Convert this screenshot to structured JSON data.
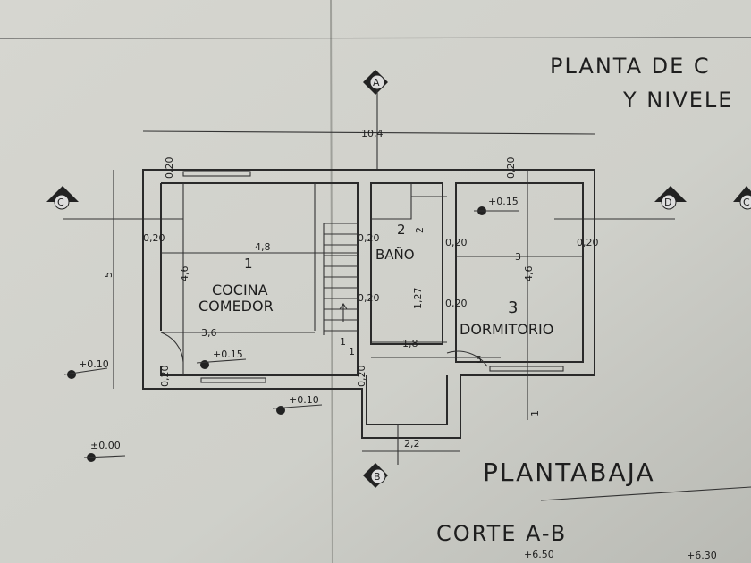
{
  "title": {
    "line1": "PLANTA DE C",
    "line2": "Y NIVELE"
  },
  "plan_title": "PLANTABAJA",
  "section_title": "CORTE A-B",
  "section_markers": {
    "a": "A",
    "b": "B",
    "c_left": "C",
    "c_right": "C",
    "d": "D"
  },
  "rooms": [
    {
      "number": "1",
      "name_line1": "COCINA",
      "name_line2": "COMEDOR"
    },
    {
      "number": "2",
      "name_line1": "BAÑO"
    },
    {
      "number": "3",
      "name_line1": "DORMITORIO"
    }
  ],
  "dimensions": {
    "total_width": "10,4",
    "total_height": "5",
    "kitchen_width": "4,8",
    "kitchen_height": "4,6",
    "kitchen_lower": "3,6",
    "bath_height": "1,27",
    "hall_width": "1,8",
    "stair_width": "1",
    "bed_width": "3",
    "bed_height": "4,6",
    "bottom_width": "2,2",
    "five": "5",
    "one_a": "1",
    "one_b": "1",
    "two": "2",
    "wall": "0,20"
  },
  "levels": {
    "l1": "+0.10",
    "l2": "+0.15",
    "l3": "+0.10",
    "l4": "±0.00",
    "l5": "+0.15",
    "section_a": "+6.50",
    "section_b": "+6.30"
  }
}
